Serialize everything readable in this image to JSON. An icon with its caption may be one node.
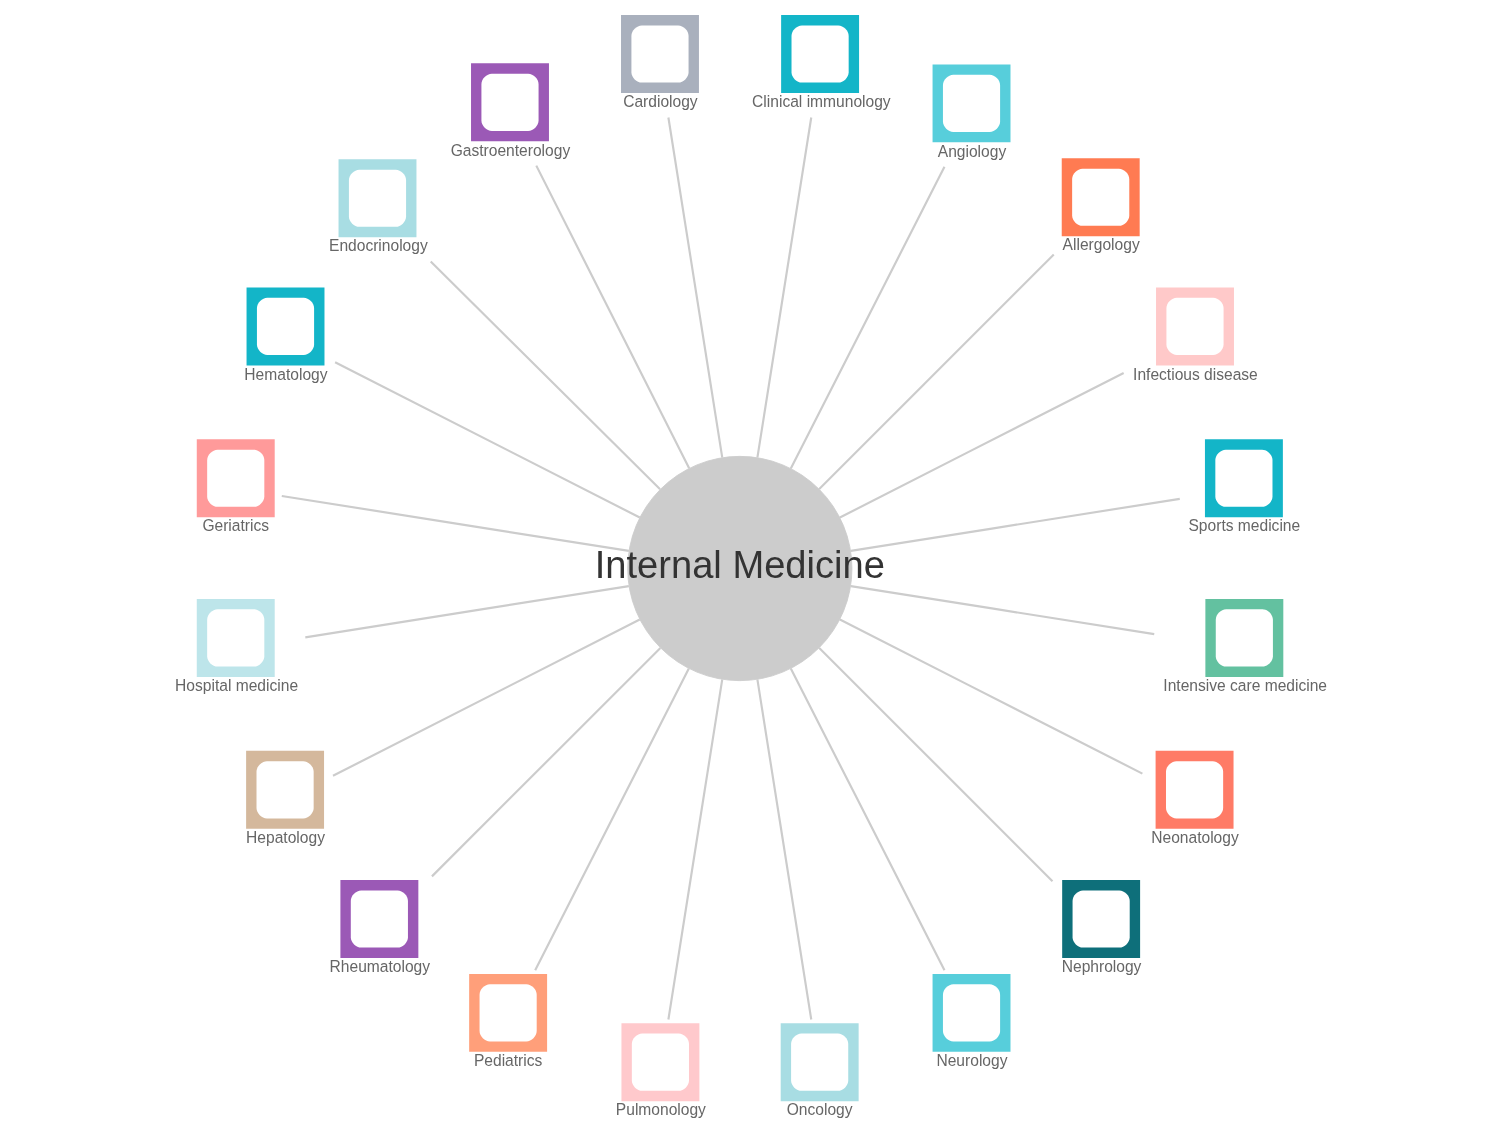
{
  "diagram": {
    "nodes": [
      {
        "text": [
          "Internal Medicine"
        ]
      },
      {
        "text": [
          "Sports medicine"
        ]
      },
      {
        "text": [
          "Infectious disease"
        ]
      },
      {
        "text": [
          "Allergology"
        ]
      },
      {
        "text": [
          "Angiology"
        ]
      },
      {
        "text": [
          "Clinical immunology"
        ]
      },
      {
        "text": [
          "Cardiology"
        ]
      },
      {
        "text": [
          "Gastroenterology"
        ]
      },
      {
        "text": [
          "Endocrinology"
        ]
      },
      {
        "text": [
          "Hematology"
        ]
      },
      {
        "text": [
          "Geriatrics"
        ]
      },
      {
        "text": [
          "Hospital medicine"
        ]
      },
      {
        "text": [
          "Hepatology"
        ]
      },
      {
        "text": [
          "Rheumatology"
        ]
      },
      {
        "text": [
          "Pediatrics"
        ]
      },
      {
        "text": [
          "Pulmonology"
        ]
      },
      {
        "text": [
          "Oncology"
        ]
      },
      {
        "text": [
          "Neurology"
        ]
      },
      {
        "text": [
          "Nephrology"
        ]
      },
      {
        "text": [
          "Neonatology"
        ]
      },
      {
        "text": [
          "Intensive care medicine"
        ]
      }
    ],
    "edges": [
      {
        "from": 0,
        "to": 1,
        "arrow": "none"
      },
      {
        "from": 0,
        "to": 2,
        "arrow": "none"
      },
      {
        "from": 0,
        "to": 3,
        "arrow": "none"
      },
      {
        "from": 0,
        "to": 4,
        "arrow": "none"
      },
      {
        "from": 0,
        "to": 5,
        "arrow": "none"
      },
      {
        "from": 0,
        "to": 6,
        "arrow": "none"
      },
      {
        "from": 0,
        "to": 7,
        "arrow": "none"
      },
      {
        "from": 0,
        "to": 8,
        "arrow": "none"
      },
      {
        "from": 0,
        "to": 9,
        "arrow": "none"
      },
      {
        "from": 0,
        "to": 10,
        "arrow": "none"
      },
      {
        "from": 0,
        "to": 11,
        "arrow": "none"
      },
      {
        "from": 0,
        "to": 12,
        "arrow": "none"
      },
      {
        "from": 0,
        "to": 13,
        "arrow": "none"
      },
      {
        "from": 0,
        "to": 14,
        "arrow": "none"
      },
      {
        "from": 0,
        "to": 15,
        "arrow": "none"
      },
      {
        "from": 0,
        "to": 16,
        "arrow": "none"
      },
      {
        "from": 0,
        "to": 17,
        "arrow": "none"
      },
      {
        "from": 0,
        "to": 18,
        "arrow": "none"
      },
      {
        "from": 0,
        "to": 19,
        "arrow": "none"
      },
      {
        "from": 0,
        "to": 20,
        "arrow": "none"
      }
    ]
  }
}
